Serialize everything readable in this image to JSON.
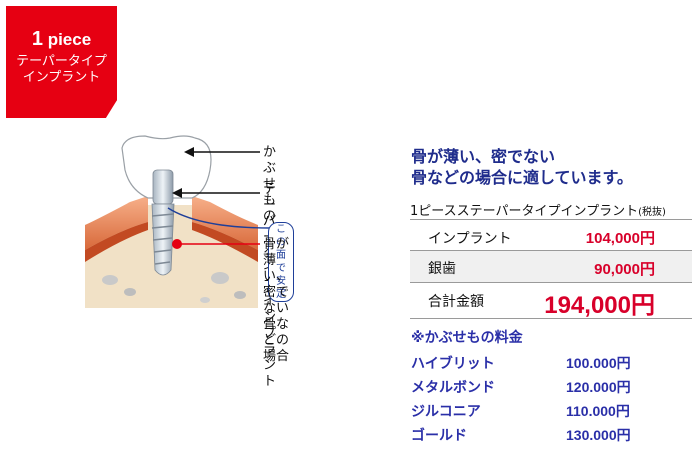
{
  "badge": {
    "line1_num": "1",
    "line1_text": "piece",
    "line2": "テーパータイプ",
    "line3": "インプラント"
  },
  "diagram": {
    "label_crown": "かぶせもの",
    "label_implant_1": "テーパータイプ",
    "label_implant_2": "インプラント",
    "label_stable": "この面で安定",
    "label_bone_1": "骨が薄い、密でない",
    "label_bone_2": "骨などの場合"
  },
  "headline": {
    "line1": "骨が薄い、密でない",
    "line2": "骨などの場合に適しています。"
  },
  "price_table": {
    "title": "1ピースステーパータイプインプラント",
    "tax_note": "(税抜)",
    "rows": [
      {
        "name": "インプラント",
        "price": "104,000円"
      },
      {
        "name": "銀歯",
        "price": "90,000円"
      },
      {
        "name": "合計金額",
        "price": "194,000円"
      }
    ]
  },
  "crowns": {
    "title": "※かぶせもの料金",
    "items": [
      {
        "name": "ハイブリット",
        "price": "100.000円"
      },
      {
        "name": "メタルボンド",
        "price": "120.000円"
      },
      {
        "name": "ジルコニア",
        "price": "110.000円"
      },
      {
        "name": "ゴールド",
        "price": "130.000円"
      }
    ]
  },
  "colors": {
    "badge_red": "#e60012",
    "price_red": "#d8002a",
    "navy": "#1f2c8c",
    "blue": "#2a2fa8"
  }
}
